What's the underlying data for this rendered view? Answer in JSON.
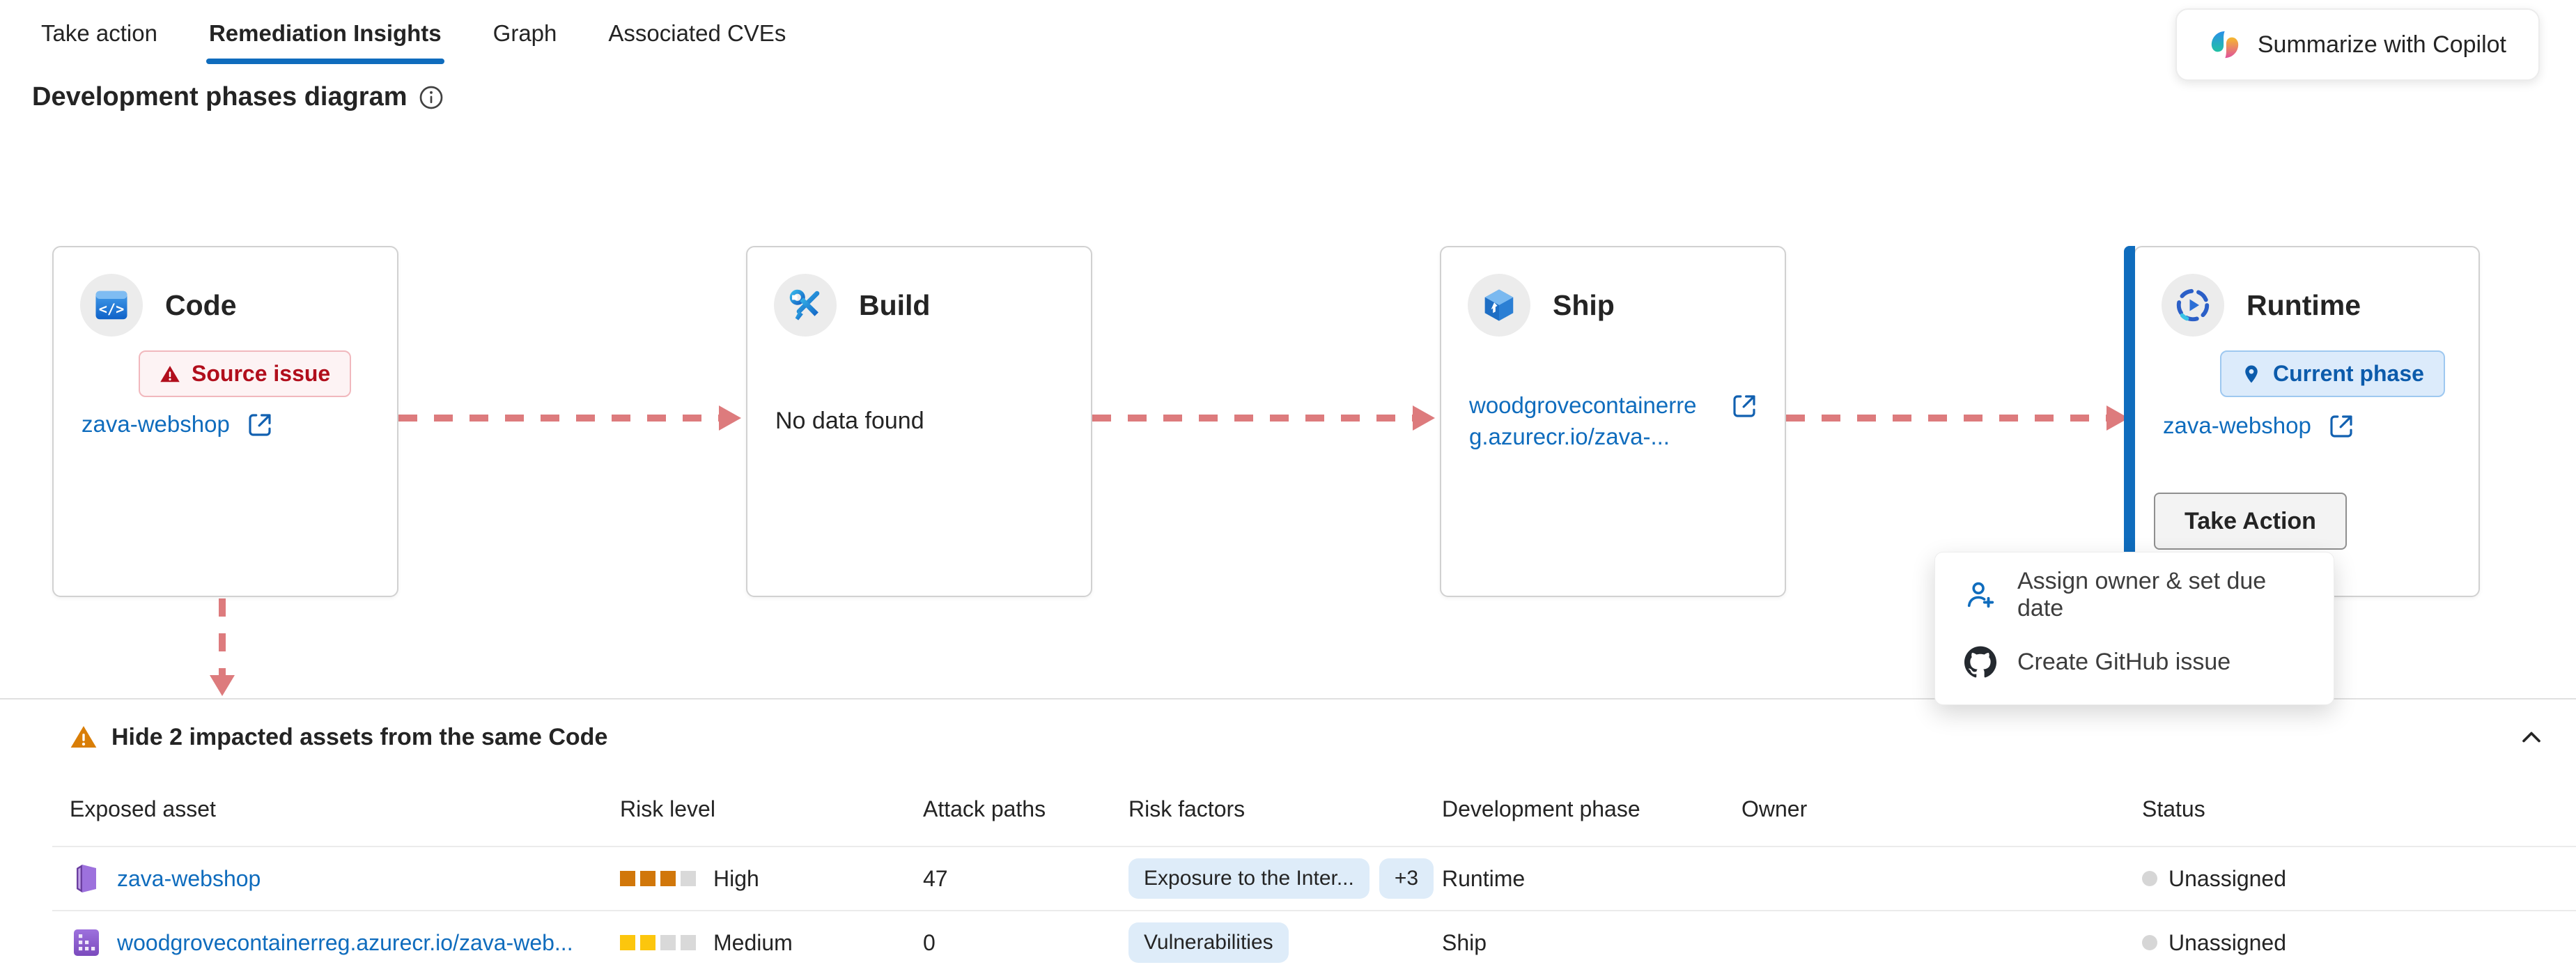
{
  "tabs": [
    {
      "label": "Take action",
      "active": false
    },
    {
      "label": "Remediation Insights",
      "active": true
    },
    {
      "label": "Graph",
      "active": false
    },
    {
      "label": "Associated CVEs",
      "active": false
    }
  ],
  "copilot_button": {
    "label": "Summarize with Copilot"
  },
  "section": {
    "title": "Development phases diagram"
  },
  "phases": [
    {
      "name": "Code",
      "badge": "Source issue",
      "link": "zava-webshop"
    },
    {
      "name": "Build",
      "empty_text": "No data found"
    },
    {
      "name": "Ship",
      "link": "woodgrovecontainerreg.azurecr.io/zava-..."
    },
    {
      "name": "Runtime",
      "badge": "Current phase",
      "link": "zava-webshop",
      "button": "Take Action"
    }
  ],
  "action_menu": {
    "items": [
      {
        "icon": "person-add-icon",
        "label": "Assign owner & set due date"
      },
      {
        "icon": "github-icon",
        "label": "Create GitHub issue"
      }
    ]
  },
  "impacted_assets": {
    "toggle_label": "Hide 2 impacted assets from the same Code",
    "columns": [
      "Exposed asset",
      "Risk level",
      "Attack paths",
      "Risk factors",
      "Development phase",
      "Owner",
      "Status"
    ],
    "rows": [
      {
        "asset": "zava-webshop",
        "asset_icon": "container-app-icon",
        "risk_level": "High",
        "risk_filled": 3,
        "risk_total": 4,
        "attack_paths": "47",
        "risk_factors": [
          "Exposure to the Inter...",
          "+3"
        ],
        "development_phase": "Runtime",
        "owner": "",
        "status": "Unassigned"
      },
      {
        "asset": "woodgrovecontainerreg.azurecr.io/zava-web...",
        "asset_icon": "container-registry-icon",
        "risk_level": "Medium",
        "risk_filled": 2,
        "risk_total": 4,
        "attack_paths": "0",
        "risk_factors": [
          "Vulnerabilities"
        ],
        "development_phase": "Ship",
        "owner": "",
        "status": "Unassigned"
      }
    ]
  },
  "colors": {
    "accent_blue": "#0f6cbd",
    "arrow_salmon": "#dd7b7d",
    "error_red": "#b10e1c",
    "risk_high": "#d1770a",
    "risk_medium": "#fcc60d",
    "pill_blue_bg": "#deecf9",
    "warning_orange": "#d97e07"
  }
}
